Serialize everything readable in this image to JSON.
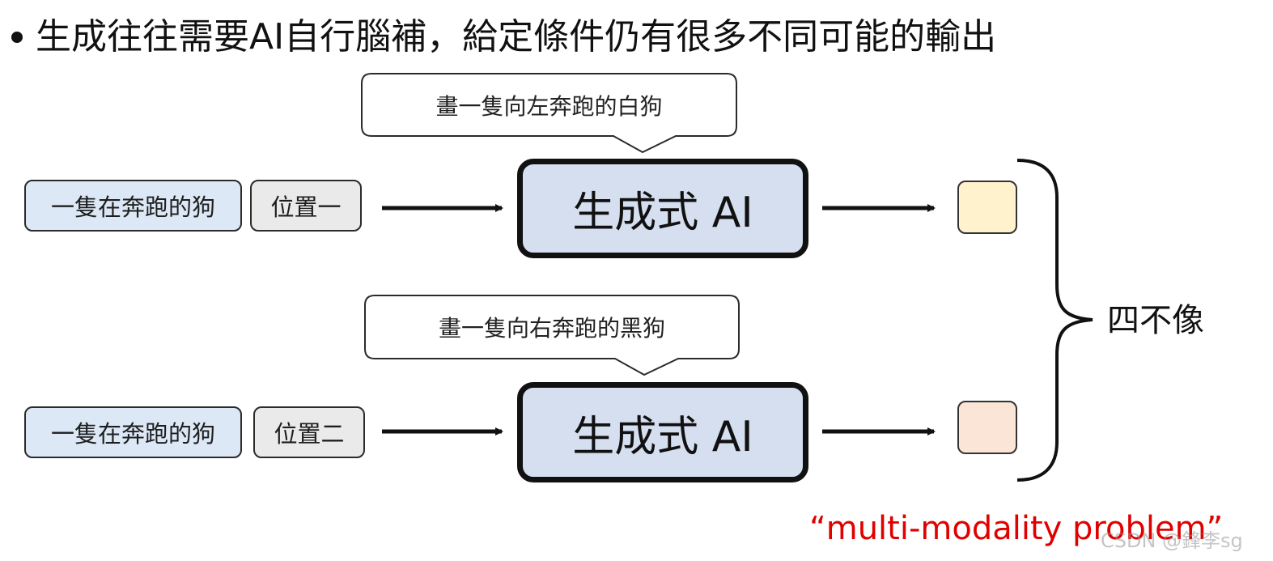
{
  "headline": "生成往往需要AI自行腦補，給定條件仍有很多不同可能的輸出",
  "rows": [
    {
      "caption": "畫一隻向左奔跑的白狗",
      "prompt": "一隻在奔跑的狗",
      "position": "位置一",
      "model": "生成式 AI",
      "output_color": "#fff2cc"
    },
    {
      "caption": "畫一隻向右奔跑的黑狗",
      "prompt": "一隻在奔跑的狗",
      "position": "位置二",
      "model": "生成式 AI",
      "output_color": "#fbe5d6"
    }
  ],
  "brace_label": "四不像",
  "note": "“multi-modality problem”",
  "watermark": "CSDN @鋒李sg",
  "colors": {
    "prompt_fill": "#dce8f6",
    "position_fill": "#eaeaea",
    "model_fill": "#d6dff0",
    "note_text": "#e00000"
  }
}
